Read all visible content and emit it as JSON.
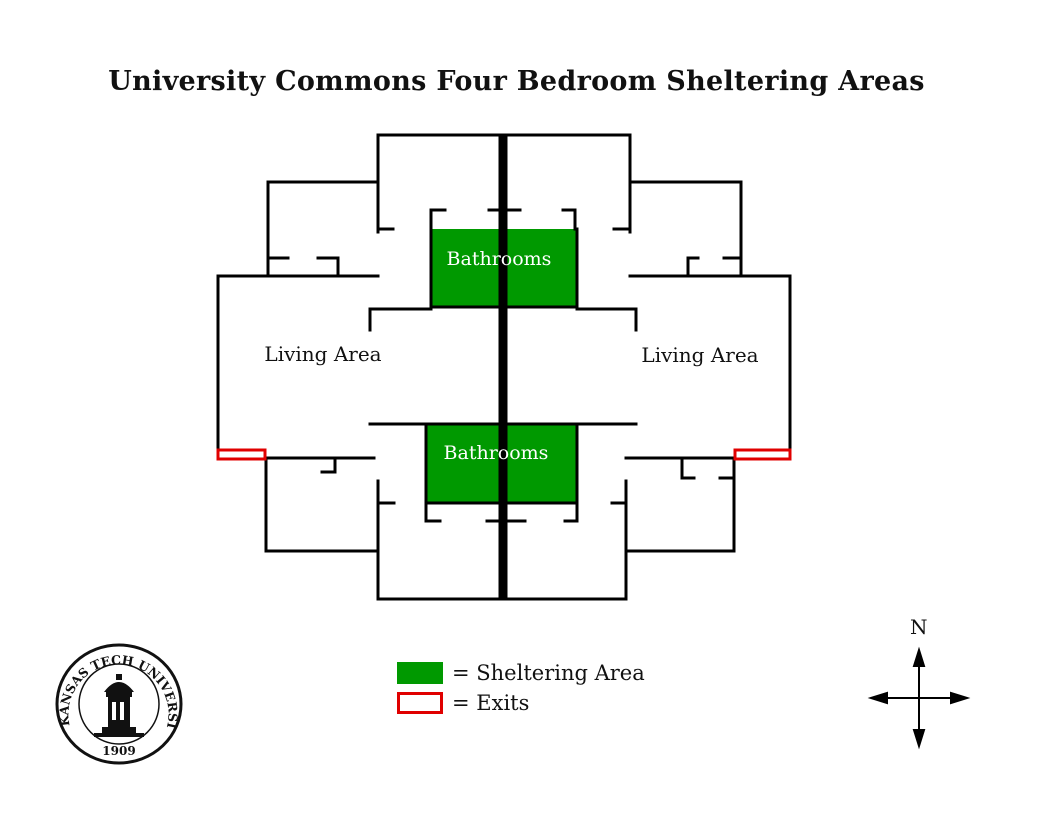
{
  "title": "University Commons Four Bedroom Sheltering Areas",
  "rooms": {
    "living_left": "Living Area",
    "living_right": "Living Area",
    "bath_top": "Bathrooms",
    "bath_bottom": "Bathrooms"
  },
  "legend": [
    {
      "text": "= Sheltering Area",
      "color": "#009900",
      "kind": "sheltering-area"
    },
    {
      "text": "= Exits",
      "color": "#e00000",
      "kind": "exit"
    }
  ],
  "compass": {
    "north_label": "N"
  },
  "seal": {
    "name": "ARKANSAS TECH UNIVERSITY",
    "year": "1909"
  },
  "colors": {
    "shelter": "#009900",
    "exit": "#e00000",
    "wall": "#000000"
  }
}
